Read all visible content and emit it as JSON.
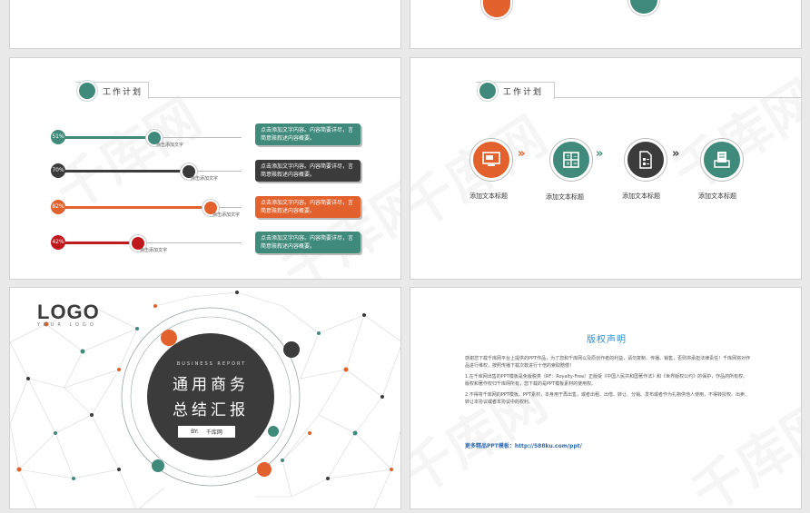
{
  "watermark": "千库网",
  "slide_plan": {
    "tab_label": "工作计划",
    "rows": [
      {
        "pct_label": "51%",
        "value": 0.51,
        "color": "#3f8a7a",
        "label": "点击添加文字",
        "box_text": "点击添加文字内容。内容简要详尽，言简意赅叙述内容概要。"
      },
      {
        "pct_label": "70%",
        "value": 0.7,
        "color": "#3b3b3b",
        "label": "点击添加文字",
        "box_text": "点击添加文字内容。内容简要详尽，言简意赅叙述内容概要。"
      },
      {
        "pct_label": "82%",
        "value": 0.82,
        "color": "#e2612c",
        "label": "点击添加文字",
        "box_text": "点击添加文字内容。内容简要详尽，言简意赅叙述内容概要。"
      },
      {
        "pct_label": "42%",
        "value": 0.42,
        "color": "#c0191d",
        "label": "点击添加文字",
        "box_text": "点击添加文字内容。内容简要详尽，言简意赅叙述内容概要。"
      }
    ],
    "box_colors": [
      "#3f8a7a",
      "#3b3b3b",
      "#e2612c",
      "#3f8a7a"
    ]
  },
  "slide_flow": {
    "tab_label": "工作计划",
    "steps": [
      {
        "label": "添加文本标题",
        "color": "#e2612c",
        "icon": "computer-icon"
      },
      {
        "label": "添加文本标题",
        "color": "#3f8a7a",
        "icon": "calculator-icon"
      },
      {
        "label": "添加文本标题",
        "color": "#3b3b3b",
        "icon": "document-icon"
      },
      {
        "label": "添加文本标题",
        "color": "#3f8a7a",
        "icon": "clipboard-icon"
      }
    ],
    "arrow_glyph": "»",
    "arrow_colors": [
      "#e2612c",
      "#3f8a7a",
      "#3b3b3b"
    ]
  },
  "slide_cover": {
    "logo_text": "LOGO",
    "logo_sub": "YOUR LOGO",
    "kicker": "BUSINESS REPORT",
    "title_line1": "通用商务",
    "title_line2": "总结汇报",
    "by_label": "BY:",
    "by_name": "千库网"
  },
  "slide_copyright": {
    "title": "版权声明",
    "paragraphs": [
      "感谢您下载千库网平台上提供的PPT作品，为了您和千库网以及原创作者的利益，请勿复制、传播、销售，否则将承担法律责任！千库网将对作品进行维权，按照传播下载次数进行十倍的索取赔偿！",
      "1.在千库网出售的PPT模板是免版税类（RF：Royalty-Free）正版受《中国人民共和国著作法》和《世界版权公约》的保护，作品的所有权、版权和著作权归千库网所有，您下载的是PPT模板素材的使用权。",
      "2.不得将千库网的PPT模板、PPT素材，本身用于再出售，或者出租、出借、转让、分销、发布或者作为礼物供他人使用，不得转授权、出卖、转让本协议或者本协议中的权利。"
    ],
    "more_text": "更多精品PPT模板：http://588ku.com/ppt/"
  }
}
